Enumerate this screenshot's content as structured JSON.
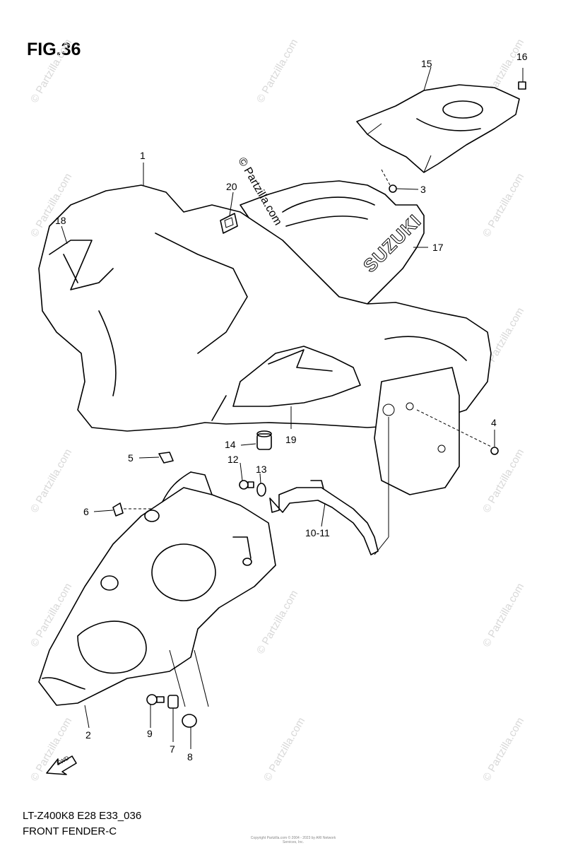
{
  "figure": {
    "title": "FIG.36",
    "code": "LT-Z400K8 E28 E33_036",
    "name": "FRONT FENDER-C"
  },
  "watermark": "© Partzilla.com",
  "center_watermark": "© Partzilla.com",
  "logo_text": "SUZUKI",
  "copyright": "Copyright Partzilla.com © 2004 - 2023 by ARI Network Services, Inc.",
  "fwd_label": "FWD",
  "callouts": [
    "1",
    "2",
    "3",
    "4",
    "5",
    "6",
    "7",
    "8",
    "9",
    "10-11",
    "12",
    "13",
    "14",
    "15",
    "16",
    "17",
    "18",
    "19",
    "20"
  ]
}
